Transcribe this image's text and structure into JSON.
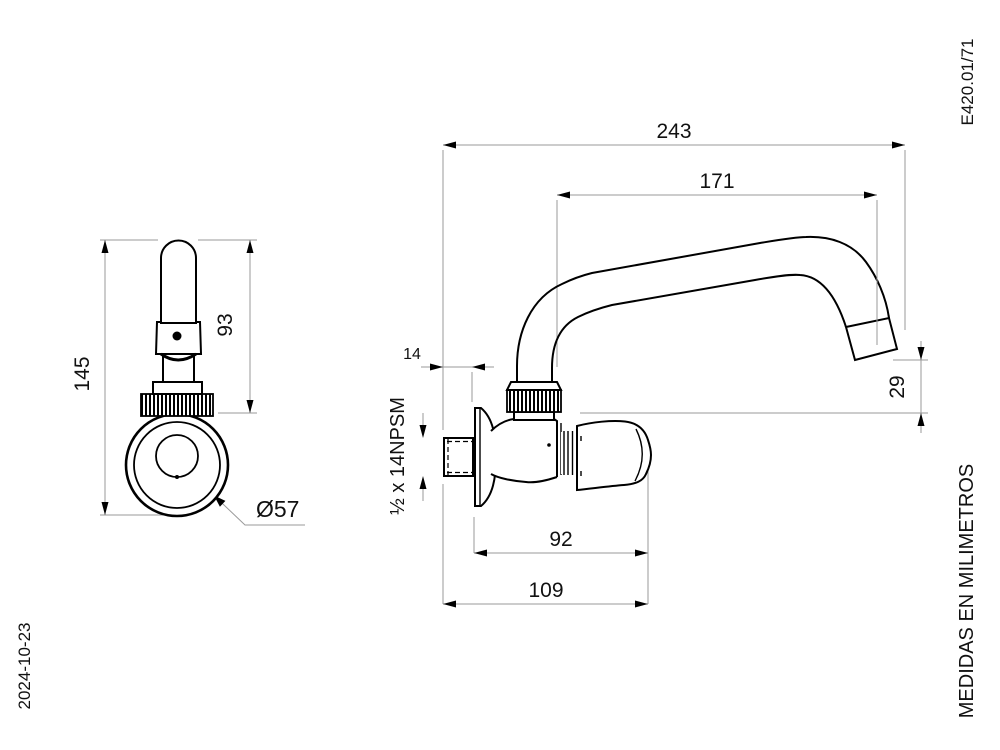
{
  "drawing": {
    "product_code": "E420.01/71",
    "date": "2024-10-23",
    "units_note": "MEDIDAS EN MILIMETROS",
    "dimensions": {
      "overall_height": "145",
      "spout_height": "93",
      "flange_diameter": "Ø57",
      "overall_reach": "243",
      "spout_reach": "171",
      "inlet_protrusion": "14",
      "outlet_drop": "29",
      "body_length": "92",
      "overall_depth": "109",
      "inlet_thread": "½ x 14NPSM"
    }
  }
}
